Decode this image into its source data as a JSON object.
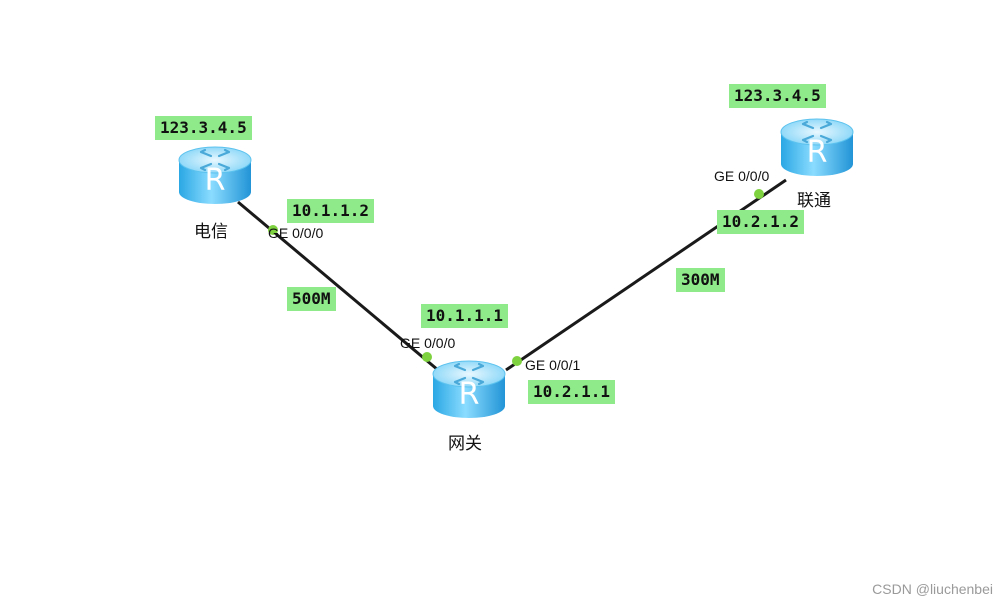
{
  "routers": {
    "telecom": {
      "name": "电信",
      "ip_tag": "123.3.4.5"
    },
    "unicom": {
      "name": "联通",
      "ip_tag": "123.3.4.5"
    },
    "gateway": {
      "name": "网关"
    }
  },
  "links": {
    "telecom_gateway": {
      "bandwidth": "500M",
      "telecom_port": "GE 0/0/0",
      "telecom_ip": "10.1.1.2",
      "gateway_port": "GE 0/0/0",
      "gateway_ip": "10.1.1.1"
    },
    "gateway_unicom": {
      "bandwidth": "300M",
      "gateway_port": "GE 0/0/1",
      "gateway_ip": "10.2.1.1",
      "unicom_port": "GE 0/0/0",
      "unicom_ip": "10.2.1.2"
    }
  },
  "router_icon_letter": "R",
  "watermark": "CSDN @liuchenbei",
  "colors": {
    "label_bg": "#8fea8a",
    "link": "#1a1a1a",
    "port_dot": "#7ed13f",
    "router_body": "#3fb6ea"
  }
}
